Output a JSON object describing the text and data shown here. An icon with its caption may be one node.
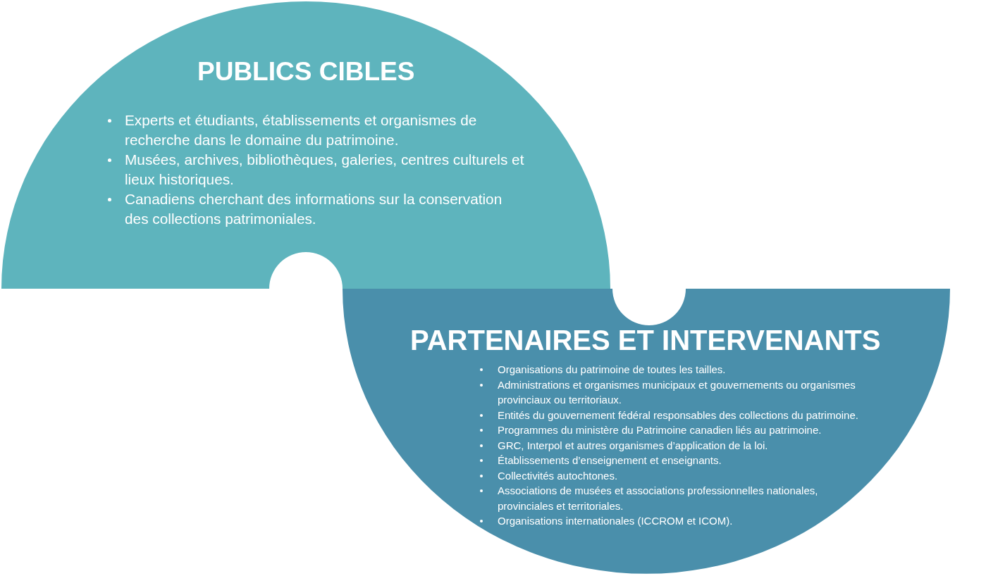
{
  "diagram": {
    "nodes": [
      {
        "text": [
          "PUBLICS CIBLES",
          "Experts et étudiants, établissements et organismes de recherche dans le domaine du patrimoine.",
          "Musées, archives, bibliothèques, galeries, centres culturels et lieux historiques.",
          "Canadiens cherchant des informations sur la conservation des collections patrimoniales."
        ]
      },
      {
        "text": [
          "PARTENAIRES ET INTERVENANTS",
          "Organisations du patrimoine de toutes les tailles.",
          "Administrations et organismes municipaux et gouvernements ou organismes provinciaux ou territoriaux.",
          "Entités du gouvernement fédéral responsables des collections du patrimoine.",
          "Programmes du ministère du Patrimoine canadien liés au patrimoine.",
          "GRC, Interpol et autres organismes d’application de la loi.",
          "Établissements d’enseignement et enseignants.",
          "Collectivités autochtones.",
          "Associations de musées et associations professionnelles nationales, provinciales et territoriales.",
          "Organisations internationales (ICCROM et ICOM)."
        ]
      }
    ]
  }
}
